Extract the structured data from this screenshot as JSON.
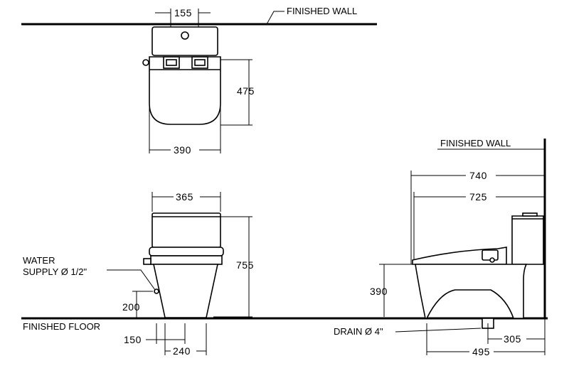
{
  "labels": {
    "finished_wall_top": "FINISHED  WALL",
    "finished_wall_side": "FINISHED  WALL",
    "finished_floor": "FINISHED  FLOOR",
    "water_supply_line1": "WATER",
    "water_supply_line2": "SUPPLY Ø 1/2\"",
    "drain": "DRAIN Ø 4\""
  },
  "dimensions": {
    "top_width_155": "155",
    "top_depth_475": "475",
    "top_width_390": "390",
    "front_width_365": "365",
    "front_height_755": "755",
    "supply_height_200": "200",
    "supply_offset_150": "150",
    "front_base_240": "240",
    "side_length_740": "740",
    "side_length_725": "725",
    "side_seat_height_390": "390",
    "side_drain_305": "305",
    "side_base_495": "495"
  }
}
